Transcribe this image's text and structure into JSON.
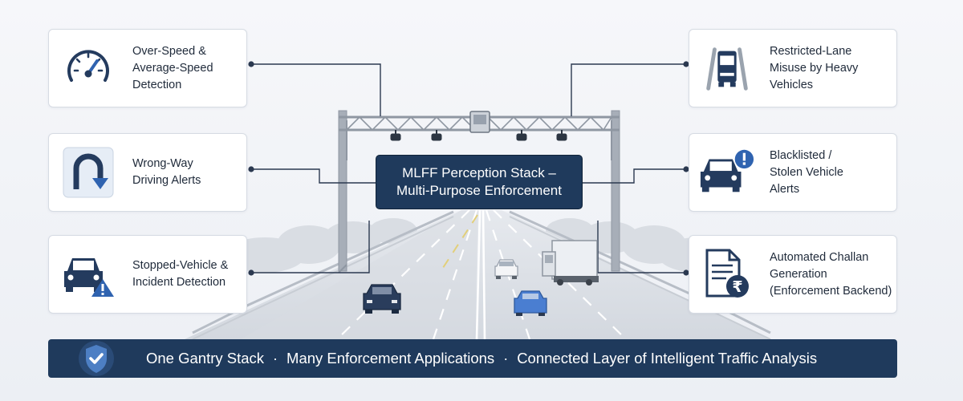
{
  "center_label": "MLFF Perception Stack –\nMulti-Purpose Enforcement",
  "cards": {
    "over_speed": {
      "label": "Over-Speed &\nAverage-Speed\nDetection",
      "icon": "speedometer-icon"
    },
    "wrong_way": {
      "label": "Wrong-Way\nDriving Alerts",
      "icon": "u-turn-arrow-icon"
    },
    "stopped_vehicle": {
      "label": "Stopped-Vehicle &\nIncident Detection",
      "icon": "car-warning-icon"
    },
    "restricted_lane": {
      "label": "Restricted-Lane\nMisuse by Heavy\nVehicles",
      "icon": "truck-lane-icon"
    },
    "blacklisted": {
      "label": "Blacklisted /\nStolen Vehicle\nAlerts",
      "icon": "car-alert-icon"
    },
    "challan": {
      "label": "Automated Challan\nGeneration\n(Enforcement Backend)",
      "icon": "rupee-document-icon"
    }
  },
  "banner": {
    "segments": [
      "One Gantry Stack",
      "Many Enforcement Applications",
      "Connected Layer of Intelligent Traffic Analysis"
    ],
    "separator": "·",
    "icon": "shield-check-icon"
  },
  "colors": {
    "navy": "#1f3a5c",
    "icon_navy": "#243b5e",
    "accent_blue": "#2f63b0",
    "road": "#dde1e7",
    "gantry": "#9aa1ab"
  }
}
